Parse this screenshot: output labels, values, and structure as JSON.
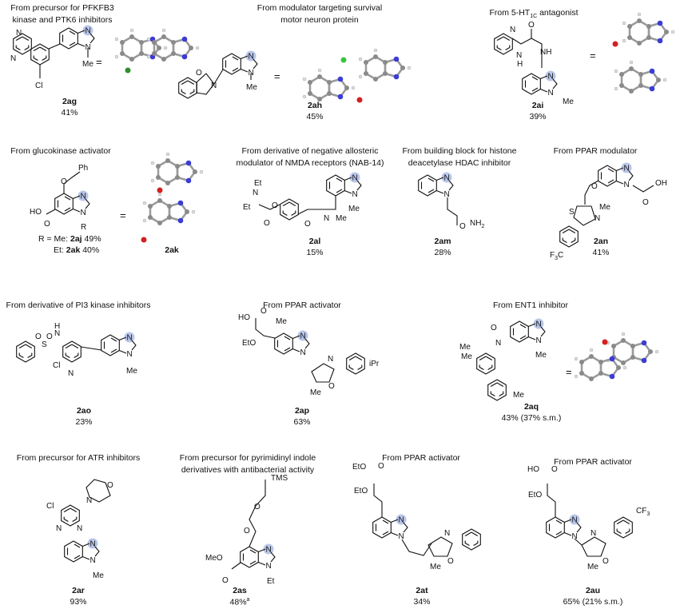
{
  "atoms": {
    "N": "N",
    "Me": "Me",
    "Cl": "Cl",
    "O": "O",
    "H": "H",
    "NH": "NH",
    "Et": "Et",
    "Ph": "Ph",
    "R": "R",
    "HO": "HO",
    "OH": "OH",
    "EtO": "EtO",
    "MeO": "MeO",
    "NH2": "NH",
    "NH2_sub": "2",
    "iPr": "iPr",
    "TMS": "TMS",
    "CF": "CF",
    "F3C": "F",
    "F3C_sub": "3",
    "F3C_c": "C",
    "CF3_sub": "3",
    "equals": "="
  },
  "compounds": [
    {
      "id": "2ag",
      "caption": [
        "From precursor for PFKFB3",
        "kinase and PTK6 inhibitors"
      ],
      "yield": "41%"
    },
    {
      "id": "2ah",
      "caption": [
        "From modulator targeting survival",
        "motor neuron protein"
      ],
      "yield": "45%"
    },
    {
      "id": "2ai",
      "caption_pre": "From 5-HT",
      "caption_sub": "1C",
      "caption_post": " antagonist",
      "yield": "39%"
    },
    {
      "id": "2aj/2ak",
      "caption": [
        "From glucokinase activator"
      ],
      "r_line1_pre": "R = Me: ",
      "r_line1_id": "2aj",
      "r_line1_yield": " 49%",
      "r_line2_pre": "Et: ",
      "r_line2_id": "2ak",
      "r_line2_yield": " 40%",
      "crystal_id": "2ak"
    },
    {
      "id": "2al",
      "caption": [
        "From derivative of negative allosteric",
        "modulator of NMDA receptors (NAB-14)"
      ],
      "yield": "15%"
    },
    {
      "id": "2am",
      "caption": [
        "From building block for histone",
        "deacetylase HDAC inhibitor"
      ],
      "yield": "28%"
    },
    {
      "id": "2an",
      "caption": [
        "From PPAR modulator"
      ],
      "yield": "41%"
    },
    {
      "id": "2ao",
      "caption": [
        "From derivative of PI3 kinase inhibitors"
      ],
      "yield": "23%"
    },
    {
      "id": "2ap",
      "caption": [
        "From PPAR activator"
      ],
      "yield": "63%"
    },
    {
      "id": "2aq",
      "caption": [
        "From ENT1 inhibitor"
      ],
      "yield": "43% (37% s.m.)"
    },
    {
      "id": "2ar",
      "caption": [
        "From precursor for ATR inhibitors"
      ],
      "yield": "93%"
    },
    {
      "id": "2as",
      "caption": [
        "From precursor for pyrimidinyl indole",
        "derivatives with antibacterial activity"
      ],
      "yield": "48%",
      "yield_sup": "a"
    },
    {
      "id": "2at",
      "caption": [
        "From PPAR activator"
      ],
      "yield": "34%"
    },
    {
      "id": "2au",
      "caption": [
        "From PPAR activator"
      ],
      "yield": "65% (21% s.m.)"
    }
  ],
  "colors": {
    "highlight": "#b9c6ea",
    "carbon": "#8a8a8a",
    "nitrogen": "#3b3bd6",
    "oxygen": "#d42020",
    "chlorine": "#2f8f2f"
  }
}
